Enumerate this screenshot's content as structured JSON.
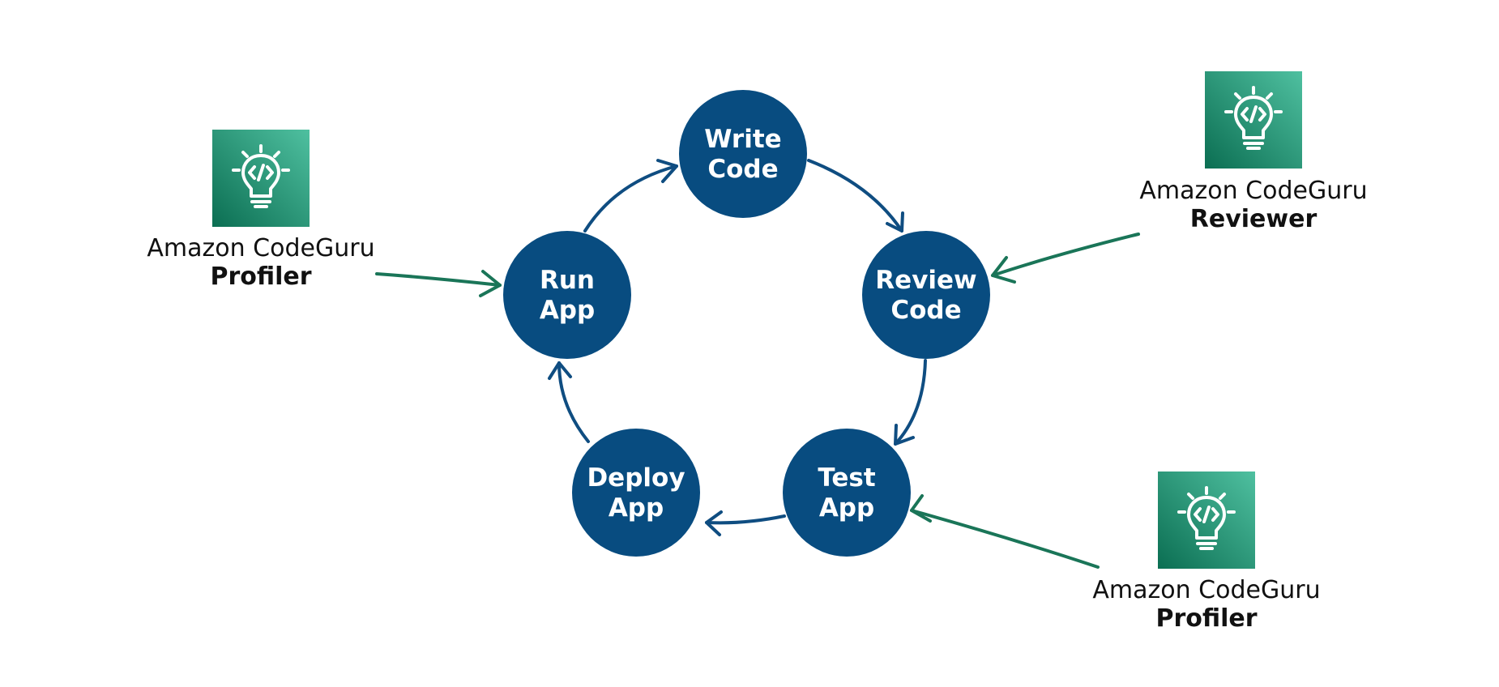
{
  "colors": {
    "node_fill": "#084c80",
    "cycle_arrow": "#0f4d81",
    "service_arrow": "#1a7558",
    "icon_gradient_start": "#4fc0a0",
    "icon_gradient_end": "#0b6e52"
  },
  "cycle": [
    {
      "id": "write-code",
      "line1": "Write",
      "line2": "Code"
    },
    {
      "id": "review-code",
      "line1": "Review",
      "line2": "Code"
    },
    {
      "id": "test-app",
      "line1": "Test",
      "line2": "App"
    },
    {
      "id": "deploy-app",
      "line1": "Deploy",
      "line2": "App"
    },
    {
      "id": "run-app",
      "line1": "Run",
      "line2": "App"
    }
  ],
  "services": [
    {
      "id": "profiler-left",
      "name": "Amazon CodeGuru",
      "role": "Profiler",
      "icon": "lightbulb-code-icon",
      "target": "run-app"
    },
    {
      "id": "reviewer-right",
      "name": "Amazon CodeGuru",
      "role": "Reviewer",
      "icon": "lightbulb-code-icon",
      "target": "review-code"
    },
    {
      "id": "profiler-bottom-right",
      "name": "Amazon CodeGuru",
      "role": "Profiler",
      "icon": "lightbulb-code-icon",
      "target": "test-app"
    }
  ]
}
